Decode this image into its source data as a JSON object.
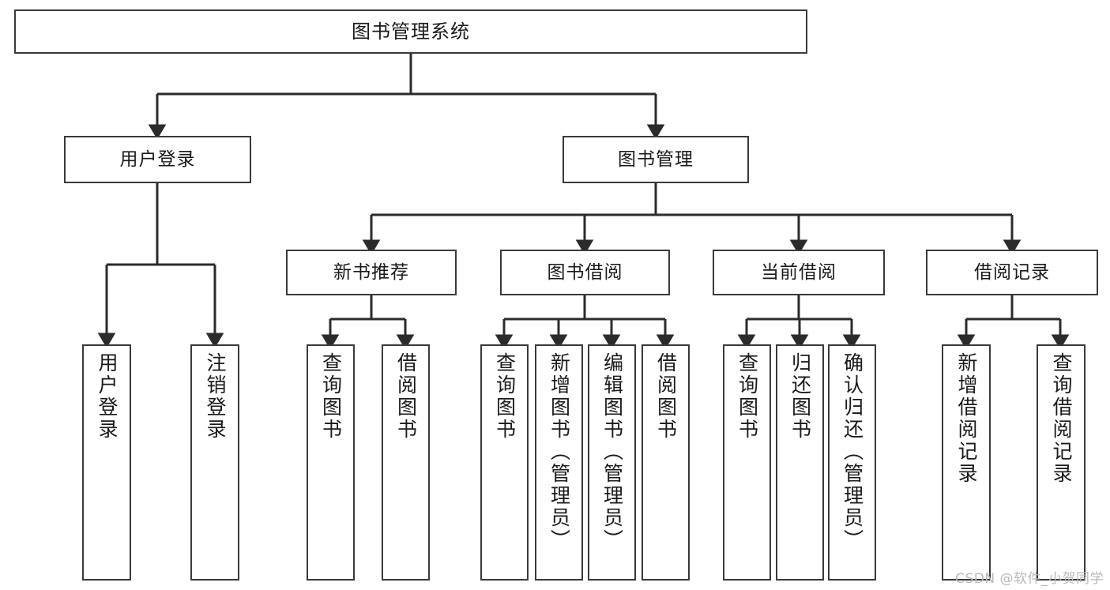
{
  "diagram": {
    "title": "图书管理系统",
    "type": "tree-hierarchy",
    "watermark": "CSDN @软件_小贺同学",
    "colors": {
      "background": "#ffffff",
      "node_border": "#3a3a3a",
      "node_fill": "#ffffff",
      "edge": "#2b2b2b",
      "text": "#1a1a1a",
      "watermark": "#b9b9b9"
    },
    "nodes": {
      "root": {
        "label": "图书管理系统"
      },
      "level1": [
        {
          "label": "用户登录"
        },
        {
          "label": "图书管理"
        }
      ],
      "level2": [
        {
          "label": "新书推荐"
        },
        {
          "label": "图书借阅"
        },
        {
          "label": "当前借阅"
        },
        {
          "label": "借阅记录"
        }
      ],
      "leaves": {
        "user_login": [
          {
            "label": "用户登录"
          },
          {
            "label": "注销登录"
          }
        ],
        "new_book_recommend": [
          {
            "label": "查询图书"
          },
          {
            "label": "借阅图书"
          }
        ],
        "book_borrow": [
          {
            "label": "查询图书"
          },
          {
            "label": "新增图书（管理员）"
          },
          {
            "label": "编辑图书（管理员）"
          },
          {
            "label": "借阅图书"
          }
        ],
        "current_borrow": [
          {
            "label": "查询图书"
          },
          {
            "label": "归还图书"
          },
          {
            "label": "确认归还（管理员）"
          }
        ],
        "borrow_record": [
          {
            "label": "新增借阅记录"
          },
          {
            "label": "查询借阅记录"
          }
        ]
      }
    }
  }
}
